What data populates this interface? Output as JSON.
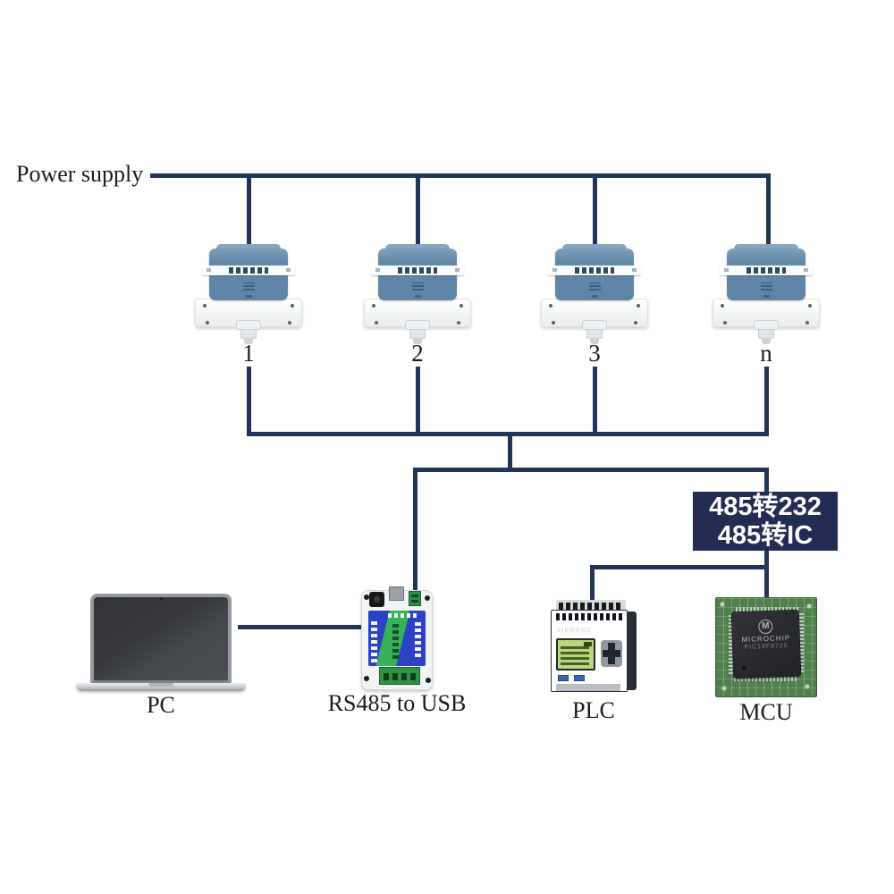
{
  "diagram": {
    "power_supply_label": "Power supply",
    "sensors": [
      {
        "label": "1"
      },
      {
        "label": "2"
      },
      {
        "label": "3"
      },
      {
        "label": "n"
      }
    ],
    "converter_box": {
      "line1": "485转232",
      "line2": "485转IC"
    },
    "devices": {
      "pc": {
        "label": "PC"
      },
      "usb_adapter": {
        "label": "RS485 to USB"
      },
      "plc": {
        "label": "PLC",
        "brand": "SIEMENS"
      },
      "mcu": {
        "label": "MCU",
        "chip_logo": "M",
        "chip_brand": "MICROCHIP",
        "chip_part": "PIC18F8720"
      }
    }
  },
  "colors": {
    "wire": "#223457",
    "converter_box_bg": "#232c52",
    "sensor_top": "#6289aa",
    "module_panel": "#2c41c4",
    "module_stripe": "#38b25a",
    "text": "#1c1c1c"
  }
}
